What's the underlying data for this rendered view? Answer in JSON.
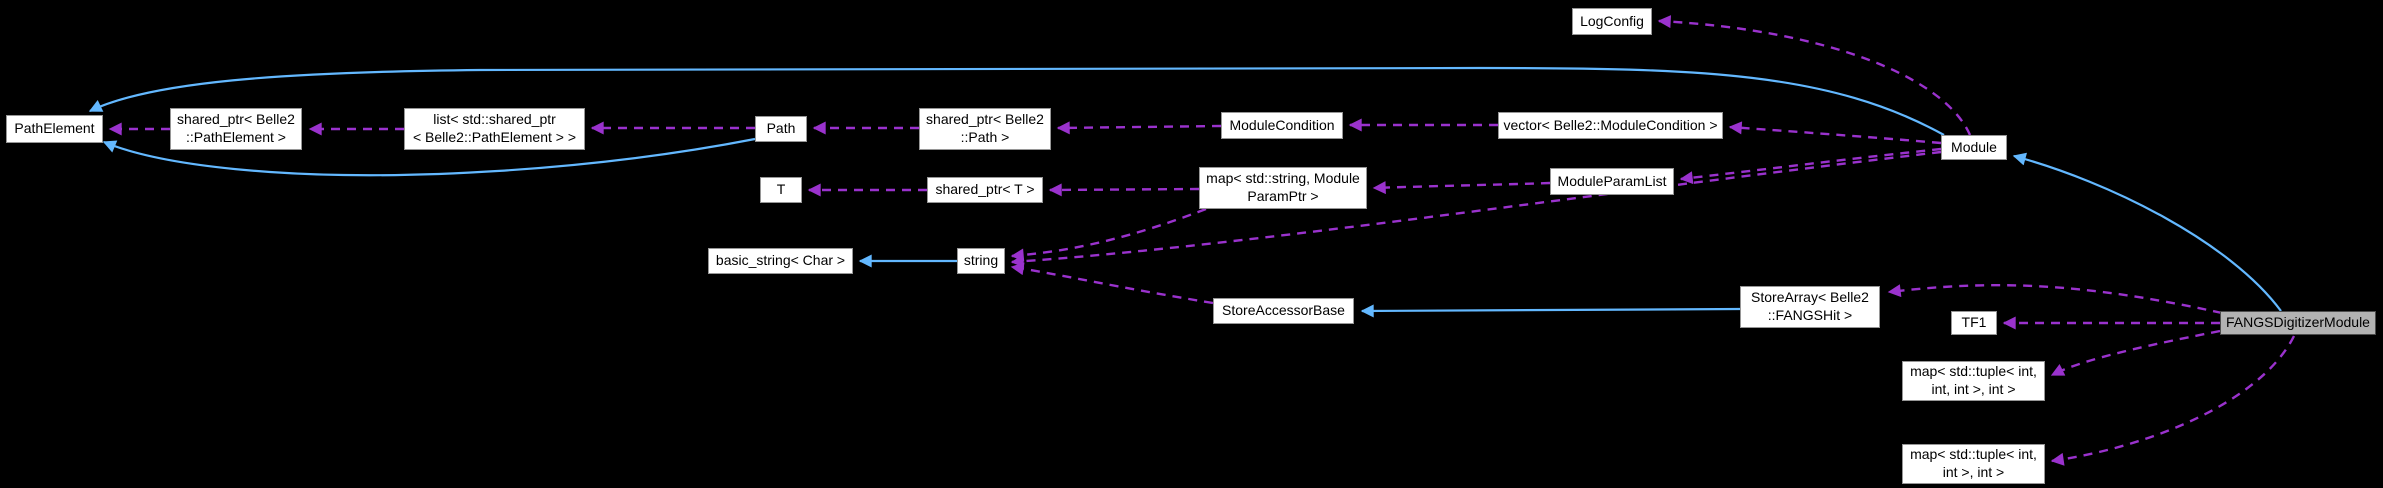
{
  "diagram": {
    "kind": "collaboration-graph",
    "colors": {
      "background": "#000000",
      "inheritance_edge": "#63b8ff",
      "usage_edge": "#9a32cd",
      "node_fill": "#ffffff",
      "node_border": "#969696",
      "highlight_node_fill": "#b2b2b2",
      "highlight_node_border": "#4d4d4d",
      "node_text": "#000000"
    },
    "nodes": [
      {
        "id": "pathelement",
        "label": "PathElement",
        "highlighted": false
      },
      {
        "id": "sp_pathelement",
        "label": "shared_ptr< Belle2\n::PathElement >",
        "highlighted": false
      },
      {
        "id": "list_sp_pathelement",
        "label": "list< std::shared_ptr\n< Belle2::PathElement > >",
        "highlighted": false
      },
      {
        "id": "path",
        "label": "Path",
        "highlighted": false
      },
      {
        "id": "sp_path",
        "label": "shared_ptr< Belle2\n::Path >",
        "highlighted": false
      },
      {
        "id": "modulecondition",
        "label": "ModuleCondition",
        "highlighted": false
      },
      {
        "id": "vector_modulecondition",
        "label": "vector< Belle2::ModuleCondition >",
        "highlighted": false
      },
      {
        "id": "logconfig",
        "label": "LogConfig",
        "highlighted": false
      },
      {
        "id": "module",
        "label": "Module",
        "highlighted": false
      },
      {
        "id": "t",
        "label": "T",
        "highlighted": false
      },
      {
        "id": "sp_t",
        "label": "shared_ptr< T >",
        "highlighted": false
      },
      {
        "id": "map_string_paramptr",
        "label": "map< std::string, Module\nParamPtr >",
        "highlighted": false
      },
      {
        "id": "moduleparamlist",
        "label": "ModuleParamList",
        "highlighted": false
      },
      {
        "id": "basic_string_char",
        "label": "basic_string< Char >",
        "highlighted": false
      },
      {
        "id": "string",
        "label": "string",
        "highlighted": false
      },
      {
        "id": "storeaccessorbase",
        "label": "StoreAccessorBase",
        "highlighted": false
      },
      {
        "id": "storearray_fangshit",
        "label": "StoreArray< Belle2\n::FANGSHit >",
        "highlighted": false
      },
      {
        "id": "tf1",
        "label": "TF1",
        "highlighted": false
      },
      {
        "id": "fangsdigitizermodule",
        "label": "FANGSDigitizerModule",
        "highlighted": true
      },
      {
        "id": "map_tuple3_int",
        "label": "map< std::tuple< int,\nint, int >, int >",
        "highlighted": false
      },
      {
        "id": "map_tuple2_int",
        "label": "map< std::tuple< int,\nint >, int >",
        "highlighted": false
      }
    ],
    "edges": [
      {
        "from": "string",
        "to": "basic_string_char",
        "type": "inheritance"
      },
      {
        "from": "storearray_fangshit",
        "to": "storeaccessorbase",
        "type": "inheritance"
      },
      {
        "from": "fangsdigitizermodule",
        "to": "module",
        "type": "inheritance"
      },
      {
        "from": "module",
        "to": "pathelement",
        "type": "inheritance"
      },
      {
        "from": "path",
        "to": "pathelement",
        "type": "inheritance"
      },
      {
        "from": "sp_pathelement",
        "to": "pathelement",
        "type": "usage"
      },
      {
        "from": "list_sp_pathelement",
        "to": "sp_pathelement",
        "type": "usage"
      },
      {
        "from": "path",
        "to": "list_sp_pathelement",
        "type": "usage"
      },
      {
        "from": "sp_path",
        "to": "path",
        "type": "usage"
      },
      {
        "from": "modulecondition",
        "to": "sp_path",
        "type": "usage"
      },
      {
        "from": "vector_modulecondition",
        "to": "modulecondition",
        "type": "usage"
      },
      {
        "from": "module",
        "to": "vector_modulecondition",
        "type": "usage"
      },
      {
        "from": "module",
        "to": "logconfig",
        "type": "usage"
      },
      {
        "from": "module",
        "to": "moduleparamlist",
        "type": "usage"
      },
      {
        "from": "moduleparamlist",
        "to": "map_string_paramptr",
        "type": "usage"
      },
      {
        "from": "map_string_paramptr",
        "to": "sp_t",
        "type": "usage"
      },
      {
        "from": "sp_t",
        "to": "t",
        "type": "usage"
      },
      {
        "from": "map_string_paramptr",
        "to": "string",
        "type": "usage"
      },
      {
        "from": "module",
        "to": "string",
        "type": "usage"
      },
      {
        "from": "storeaccessorbase",
        "to": "string",
        "type": "usage"
      },
      {
        "from": "fangsdigitizermodule",
        "to": "storearray_fangshit",
        "type": "usage"
      },
      {
        "from": "fangsdigitizermodule",
        "to": "tf1",
        "type": "usage"
      },
      {
        "from": "fangsdigitizermodule",
        "to": "map_tuple3_int",
        "type": "usage"
      },
      {
        "from": "fangsdigitizermodule",
        "to": "map_tuple2_int",
        "type": "usage"
      }
    ]
  }
}
